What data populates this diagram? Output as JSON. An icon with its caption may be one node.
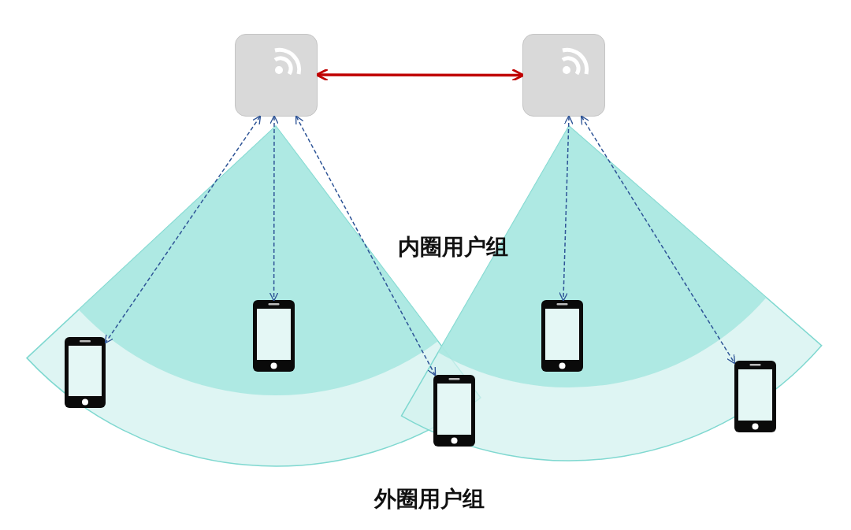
{
  "diagram": {
    "nodes": [
      {
        "text": [],
        "shape": "box"
      },
      {
        "text": [],
        "shape": "box"
      },
      {
        "text": [],
        "shape": "picture"
      },
      {
        "text": [],
        "shape": "picture"
      },
      {
        "text": [],
        "shape": "picture"
      },
      {
        "text": [],
        "shape": "picture"
      },
      {
        "text": [],
        "shape": "picture"
      }
    ],
    "edges": [
      {
        "from": 0,
        "to": 1,
        "arrow": "both",
        "style": "thick",
        "color": "#c00000"
      },
      {
        "from": 0,
        "to": 2,
        "arrow": "both",
        "style": "dashed"
      },
      {
        "from": 0,
        "to": 3,
        "arrow": "both",
        "style": "dashed"
      },
      {
        "from": 0,
        "to": 4,
        "arrow": "both",
        "style": "dashed"
      },
      {
        "from": 1,
        "to": 5,
        "arrow": "both",
        "style": "dashed"
      },
      {
        "from": 1,
        "to": 6,
        "arrow": "both",
        "style": "dashed"
      }
    ],
    "labels": [
      "内圈用户组",
      "外圈用户组"
    ]
  }
}
